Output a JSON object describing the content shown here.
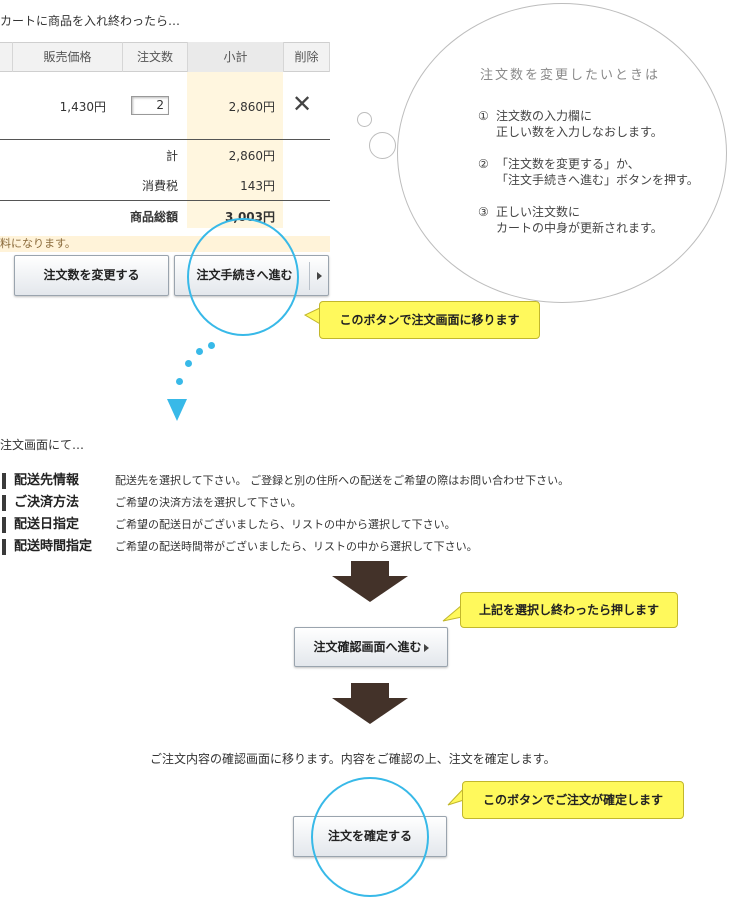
{
  "cart": {
    "heading": "カートに商品を入れ終わったら…",
    "headers": {
      "price": "販売価格",
      "qty": "注文数",
      "subtotal": "小計",
      "delete": "削除"
    },
    "item": {
      "price": "1,430円",
      "qty": "2",
      "subtotal": "2,860円"
    },
    "totals": {
      "sum_label": "計",
      "sum_value": "2,860円",
      "tax_label": "消費税",
      "tax_value": "143円",
      "grand_label": "商品総額",
      "grand_value": "3,003円"
    },
    "note": "料になります。",
    "buttons": {
      "change": "注文数を変更する",
      "proceed": "注文手続きへ進む"
    },
    "callout": "このボタンで注文画面に移ります"
  },
  "cloud": {
    "title": "注文数を変更したいときは",
    "steps": [
      {
        "num": "①",
        "line1": "注文数の入力欄に",
        "line2": "正しい数を入力しなおします。"
      },
      {
        "num": "②",
        "line1": "「注文数を変更する」か、",
        "line2": "「注文手続きへ進む」ボタンを押す。"
      },
      {
        "num": "③",
        "line1": "正しい注文数に",
        "line2": "カートの中身が更新されます。"
      }
    ]
  },
  "order": {
    "heading": "注文画面にて…",
    "rows": [
      {
        "label": "配送先情報",
        "desc": "配送先を選択して下さい。 ご登録と別の住所への配送をご希望の際はお問い合わせ下さい。"
      },
      {
        "label": "ご決済方法",
        "desc": "ご希望の決済方法を選択して下さい。"
      },
      {
        "label": "配送日指定",
        "desc": "ご希望の配送日がございましたら、リストの中から選択して下さい。"
      },
      {
        "label": "配送時間指定",
        "desc": "ご希望の配送時間帯がございましたら、リストの中から選択して下さい。"
      }
    ],
    "callout": "上記を選択し終わったら押します",
    "button": "注文確認画面へ進む"
  },
  "confirm": {
    "text": "ご注文内容の確認画面に移ります。内容をご確認の上、注文を確定します。",
    "callout": "このボタンでご注文が確定します",
    "button": "注文を確定する"
  }
}
